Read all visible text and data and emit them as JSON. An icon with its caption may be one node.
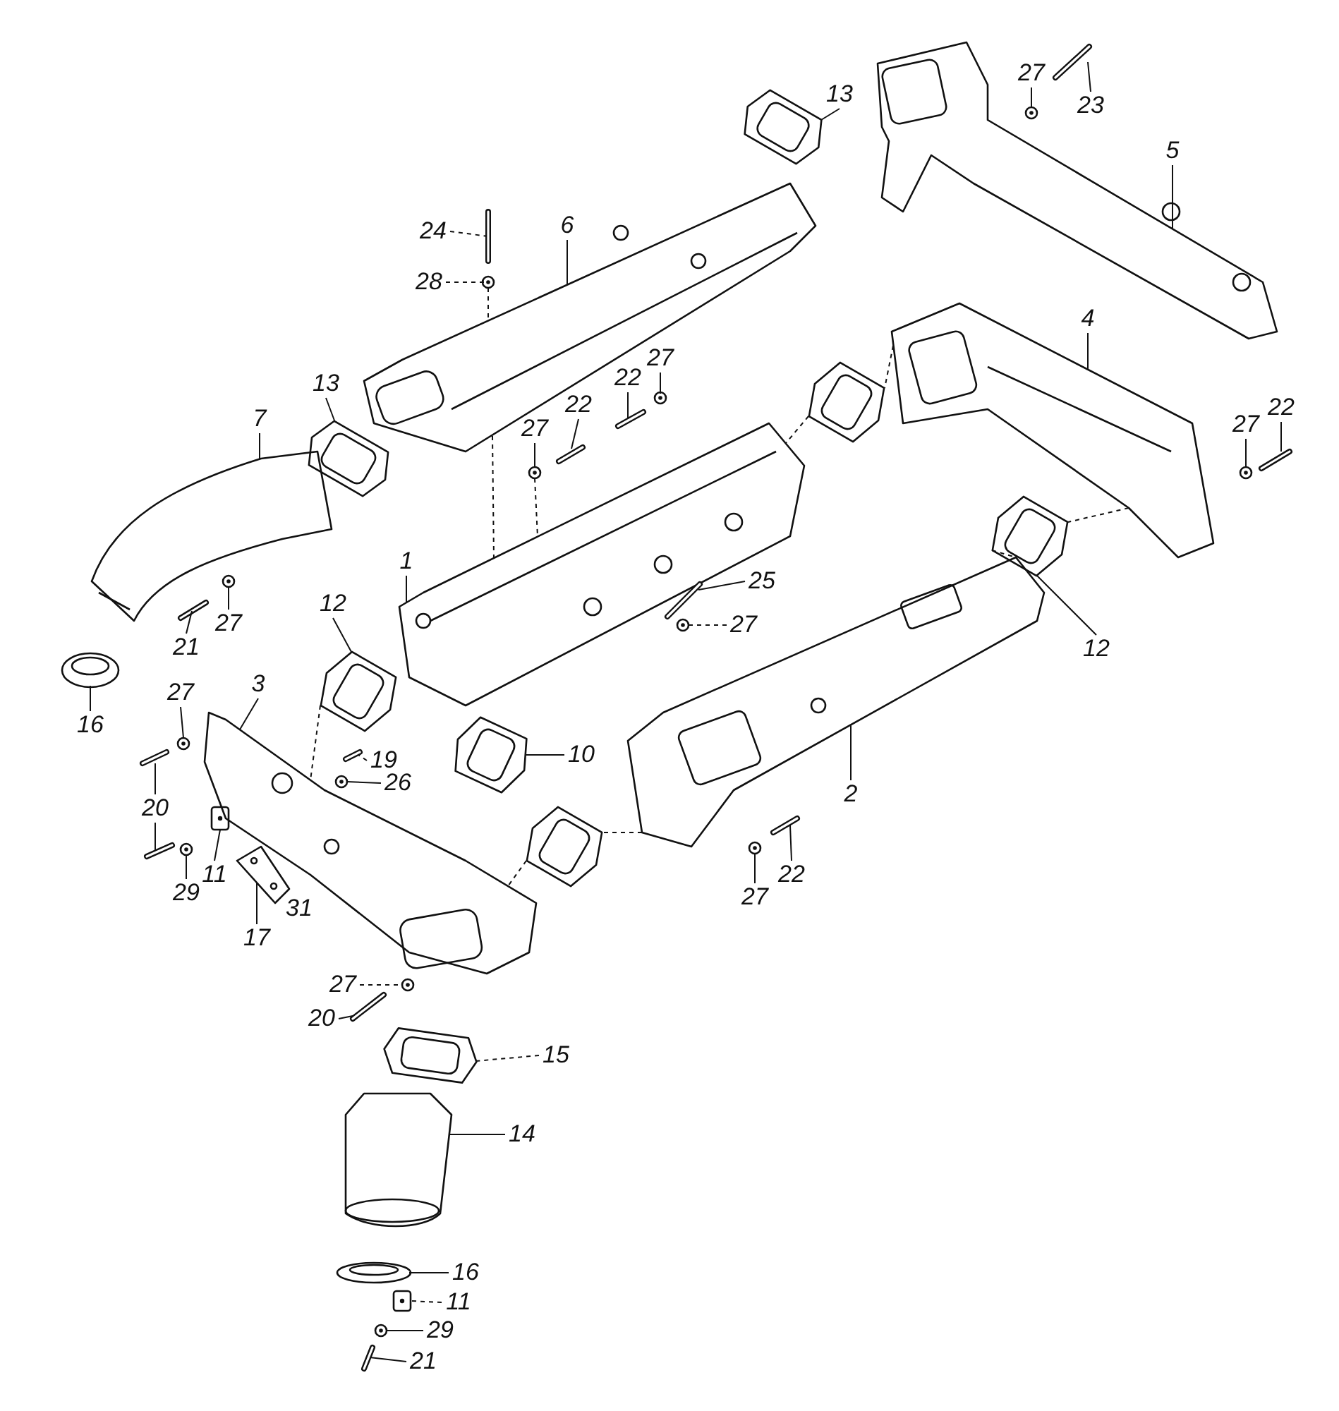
{
  "diagram": {
    "nodes": [
      {
        "text": [
          "27"
        ]
      },
      {
        "text": [
          "13"
        ]
      },
      {
        "text": [
          "23"
        ]
      },
      {
        "text": [
          "5"
        ]
      },
      {
        "text": [
          "24"
        ]
      },
      {
        "text": [
          "6"
        ]
      },
      {
        "text": [
          "28"
        ]
      },
      {
        "text": [
          "27"
        ]
      },
      {
        "text": [
          "22"
        ]
      },
      {
        "text": [
          "4"
        ]
      },
      {
        "text": [
          "13"
        ]
      },
      {
        "text": [
          "7"
        ]
      },
      {
        "text": [
          "27"
        ]
      },
      {
        "text": [
          "22"
        ]
      },
      {
        "text": [
          "27"
        ]
      },
      {
        "text": [
          "22"
        ]
      },
      {
        "text": [
          "1"
        ]
      },
      {
        "text": [
          "25"
        ]
      },
      {
        "text": [
          "27"
        ]
      },
      {
        "text": [
          "21"
        ]
      },
      {
        "text": [
          "27"
        ]
      },
      {
        "text": [
          "12"
        ]
      },
      {
        "text": [
          "12"
        ]
      },
      {
        "text": [
          "16"
        ]
      },
      {
        "text": [
          "3"
        ]
      },
      {
        "text": [
          "27"
        ]
      },
      {
        "text": [
          "19"
        ]
      },
      {
        "text": [
          "10"
        ]
      },
      {
        "text": [
          "26"
        ]
      },
      {
        "text": [
          "2"
        ]
      },
      {
        "text": [
          "20"
        ]
      },
      {
        "text": [
          "11"
        ]
      },
      {
        "text": [
          "29"
        ]
      },
      {
        "text": [
          "17"
        ]
      },
      {
        "text": [
          "22"
        ]
      },
      {
        "text": [
          "27"
        ]
      },
      {
        "text": [
          "27"
        ]
      },
      {
        "text": [
          "20"
        ]
      },
      {
        "text": [
          "15"
        ]
      },
      {
        "text": [
          "14"
        ]
      },
      {
        "text": [
          "16"
        ]
      },
      {
        "text": [
          "11"
        ]
      },
      {
        "text": [
          "29"
        ]
      },
      {
        "text": [
          "21"
        ]
      },
      {
        "text": [],
        "shape": "picture"
      },
      {
        "text": [],
        "shape": "picture"
      },
      {
        "text": [],
        "shape": "picture"
      },
      {
        "text": [],
        "shape": "picture"
      },
      {
        "text": [],
        "shape": "picture"
      },
      {
        "text": [],
        "shape": "picture"
      },
      {
        "text": [],
        "shape": "picture"
      },
      {
        "text": [],
        "shape": "picture"
      },
      {
        "text": [],
        "shape": "picture"
      },
      {
        "text": [],
        "shape": "picture"
      },
      {
        "text": [],
        "shape": "picture"
      },
      {
        "text": [],
        "shape": "picture"
      },
      {
        "text": [],
        "shape": "picture"
      },
      {
        "text": [],
        "shape": "picture"
      },
      {
        "text": [],
        "shape": "picture"
      },
      {
        "text": [],
        "shape": "picture"
      },
      {
        "text": [],
        "shape": "picture"
      },
      {
        "text": [],
        "shape": "picture"
      },
      {
        "text": [],
        "shape": "picture"
      },
      {
        "text": [],
        "shape": "picture"
      },
      {
        "text": [],
        "shape": "picture"
      },
      {
        "text": [],
        "shape": "picture"
      },
      {
        "text": [],
        "shape": "picture"
      },
      {
        "text": [],
        "shape": "picture"
      },
      {
        "text": [],
        "shape": "picture"
      },
      {
        "text": [],
        "shape": "picture"
      },
      {
        "text": [],
        "shape": "picture"
      },
      {
        "text": [],
        "shape": "picture"
      },
      {
        "text": [],
        "shape": "picture"
      },
      {
        "text": [],
        "shape": "picture"
      },
      {
        "text": [],
        "shape": "picture"
      },
      {
        "text": [],
        "shape": "picture"
      },
      {
        "text": [],
        "shape": "picture"
      },
      {
        "text": [],
        "shape": "picture"
      },
      {
        "text": [],
        "shape": "picture"
      },
      {
        "text": [],
        "shape": "picture"
      },
      {
        "text": [],
        "shape": "picture"
      },
      {
        "text": [],
        "shape": "picture"
      },
      {
        "text": [],
        "shape": "picture"
      },
      {
        "text": [],
        "shape": "picture"
      },
      {
        "text": [],
        "shape": "picture"
      },
      {
        "text": [],
        "shape": "picture"
      },
      {
        "text": [],
        "shape": "picture"
      },
      {
        "text": [],
        "shape": "picture"
      },
      {
        "text": [],
        "shape": "picture"
      },
      {
        "text": [],
        "shape": "picture"
      },
      {
        "text": [],
        "shape": "picture"
      }
    ],
    "edges": [
      {
        "from": 0,
        "to": 44,
        "arrow": "none"
      },
      {
        "from": 1,
        "to": 45,
        "arrow": "none"
      },
      {
        "from": 2,
        "to": 46,
        "arrow": "none"
      },
      {
        "from": 3,
        "to": 47,
        "arrow": "none"
      },
      {
        "from": 4,
        "to": 48,
        "arrow": "none",
        "style": "dashed"
      },
      {
        "from": 5,
        "to": 49,
        "arrow": "none"
      },
      {
        "from": 6,
        "to": 50,
        "arrow": "none",
        "style": "dashed"
      },
      {
        "from": 7,
        "to": 51,
        "arrow": "none"
      },
      {
        "from": 8,
        "to": 52,
        "arrow": "none"
      },
      {
        "from": 9,
        "to": 53,
        "arrow": "none"
      },
      {
        "from": 10,
        "to": 54,
        "arrow": "none"
      },
      {
        "from": 11,
        "to": 55,
        "arrow": "none"
      },
      {
        "from": 12,
        "to": 56,
        "arrow": "none"
      },
      {
        "from": 13,
        "to": 57,
        "arrow": "none"
      },
      {
        "from": 14,
        "to": 58,
        "arrow": "none"
      },
      {
        "from": 15,
        "to": 59,
        "arrow": "none"
      },
      {
        "from": 16,
        "to": 60,
        "arrow": "none"
      },
      {
        "from": 17,
        "to": 61,
        "arrow": "none"
      },
      {
        "from": 18,
        "to": 62,
        "arrow": "none",
        "style": "dashed"
      },
      {
        "from": 19,
        "to": 63,
        "arrow": "none"
      },
      {
        "from": 20,
        "to": 64,
        "arrow": "none"
      },
      {
        "from": 21,
        "to": 65,
        "arrow": "none"
      },
      {
        "from": 22,
        "to": 66,
        "arrow": "none"
      },
      {
        "from": 23,
        "to": 67,
        "arrow": "none"
      },
      {
        "from": 24,
        "to": 68,
        "arrow": "none"
      },
      {
        "from": 25,
        "to": 69,
        "arrow": "none"
      },
      {
        "from": 26,
        "to": 70,
        "arrow": "none",
        "style": "dashed"
      },
      {
        "from": 27,
        "to": 71,
        "arrow": "none"
      },
      {
        "from": 28,
        "to": 72,
        "arrow": "none"
      },
      {
        "from": 29,
        "to": 73,
        "arrow": "none"
      },
      {
        "from": 30,
        "to": 74,
        "arrow": "none"
      },
      {
        "from": 30,
        "to": 75,
        "arrow": "none"
      },
      {
        "from": 31,
        "to": 76,
        "arrow": "none"
      },
      {
        "from": 32,
        "to": 77,
        "arrow": "none"
      },
      {
        "from": 33,
        "to": 78,
        "arrow": "none"
      },
      {
        "from": 34,
        "to": 79,
        "arrow": "none"
      },
      {
        "from": 35,
        "to": 80,
        "arrow": "none"
      },
      {
        "from": 36,
        "to": 81,
        "arrow": "none",
        "style": "dashed"
      },
      {
        "from": 37,
        "to": 82,
        "arrow": "none"
      },
      {
        "from": 38,
        "to": 83,
        "arrow": "none",
        "style": "dashed"
      },
      {
        "from": 39,
        "to": 84,
        "arrow": "none"
      },
      {
        "from": 40,
        "to": 85,
        "arrow": "none"
      },
      {
        "from": 41,
        "to": 86,
        "arrow": "none",
        "style": "dashed"
      },
      {
        "from": 42,
        "to": 87,
        "arrow": "none"
      },
      {
        "from": 43,
        "to": 88,
        "arrow": "none"
      },
      {
        "from": 50,
        "to": 49,
        "arrow": "none",
        "style": "dashed"
      },
      {
        "from": 56,
        "to": 60,
        "arrow": "none",
        "style": "dashed"
      },
      {
        "from": 53,
        "to": 90,
        "arrow": "none",
        "style": "dashed"
      },
      {
        "from": 90,
        "to": 60,
        "arrow": "none",
        "style": "dashed"
      },
      {
        "from": 53,
        "to": 66,
        "arrow": "none",
        "style": "dashed"
      },
      {
        "from": 66,
        "to": 73,
        "arrow": "none",
        "style": "dashed"
      },
      {
        "from": 73,
        "to": 89,
        "arrow": "none",
        "style": "dashed"
      },
      {
        "from": 89,
        "to": 68,
        "arrow": "none",
        "style": "dashed"
      },
      {
        "from": 65,
        "to": 68,
        "arrow": "none",
        "style": "dashed"
      },
      {
        "from": 49,
        "to": 60,
        "arrow": "none",
        "style": "dashed"
      }
    ],
    "labels": [
      "31"
    ]
  }
}
